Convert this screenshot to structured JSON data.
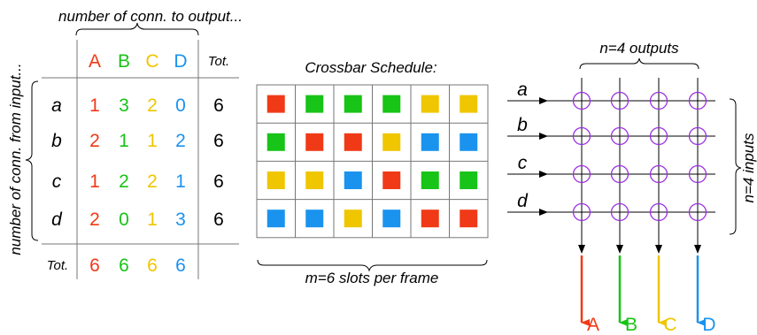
{
  "colors": {
    "A": "#f03a17",
    "B": "#17c417",
    "C": "#efc600",
    "D": "#1a93ef",
    "ink": "#000000",
    "grid": "#777777",
    "crosspoint": "#9b30e0"
  },
  "matrix": {
    "top_caption": "number of conn. to output...",
    "side_caption": "number of conn. from input...",
    "col_headers": [
      "A",
      "B",
      "C",
      "D"
    ],
    "tot_header": "Tot.",
    "row_labels": [
      "a",
      "b",
      "c",
      "d"
    ],
    "values": [
      [
        1,
        3,
        2,
        0
      ],
      [
        2,
        1,
        1,
        2
      ],
      [
        1,
        2,
        2,
        1
      ],
      [
        2,
        0,
        1,
        3
      ]
    ],
    "row_totals": [
      6,
      6,
      6,
      6
    ],
    "tot_row_label": "Tot.",
    "col_totals": [
      6,
      6,
      6,
      6
    ]
  },
  "schedule": {
    "title": "Crossbar Schedule:",
    "caption": "m=6 slots per frame",
    "slots": [
      [
        "A",
        "B",
        "B",
        "B",
        "C",
        "C"
      ],
      [
        "B",
        "A",
        "A",
        "C",
        "D",
        "D"
      ],
      [
        "C",
        "C",
        "D",
        "A",
        "B",
        "B"
      ],
      [
        "D",
        "D",
        "C",
        "D",
        "A",
        "A"
      ]
    ]
  },
  "crossbar": {
    "outputs_caption": "n=4 outputs",
    "inputs_caption": "n=4 inputs",
    "inputs": [
      "a",
      "b",
      "c",
      "d"
    ],
    "outputs": [
      "A",
      "B",
      "C",
      "D"
    ]
  }
}
